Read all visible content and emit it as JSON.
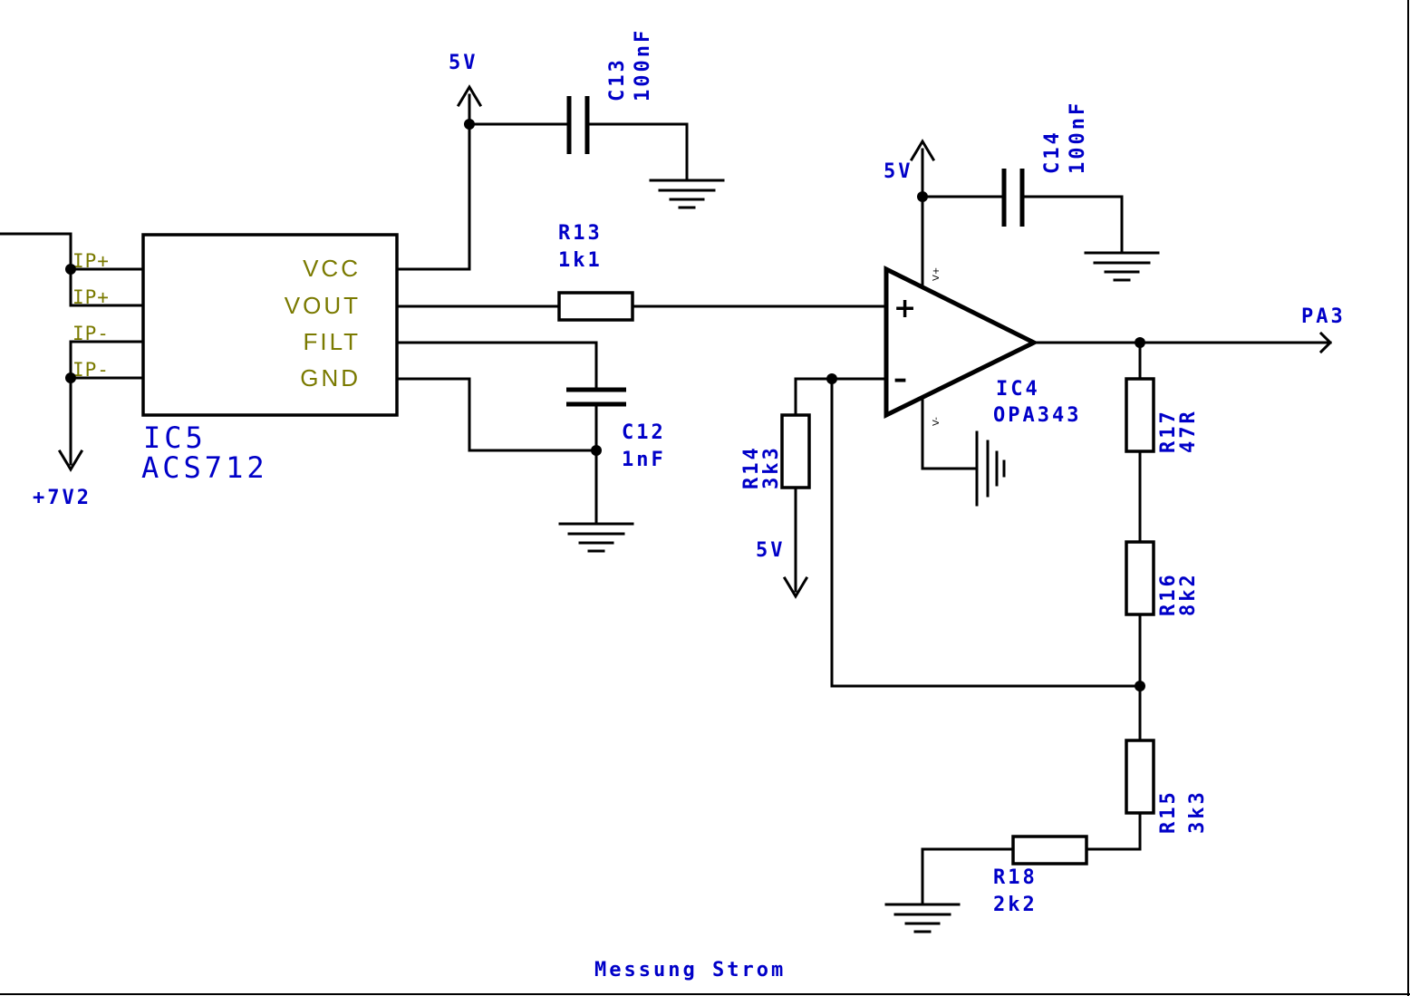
{
  "title": "Messung Strom",
  "ic5": {
    "ref": "IC5",
    "value": "ACS712",
    "pins_right": [
      "VCC",
      "VOUT",
      "FILT",
      "GND"
    ],
    "pins_left": [
      "IP+",
      "IP+",
      "IP-",
      "IP-"
    ]
  },
  "ic4": {
    "ref": "IC4",
    "value": "OPA343",
    "plus": "+",
    "minus": "–",
    "vplus": "V+",
    "vminus": "V-"
  },
  "supply": {
    "s5v_a": "5V",
    "s5v_b": "5V",
    "s5v_c": "5V",
    "s7v2": "+7V2"
  },
  "output": {
    "label": "PA3"
  },
  "components": {
    "c13": {
      "ref": "C13",
      "value": "100nF"
    },
    "c14": {
      "ref": "C14",
      "value": "100nF"
    },
    "c12": {
      "ref": "C12",
      "value": "1nF"
    },
    "r13": {
      "ref": "R13",
      "value": "1k1"
    },
    "r14": {
      "ref": "R14",
      "value": "3k3"
    },
    "r15": {
      "ref": "R15",
      "value": "3k3"
    },
    "r16": {
      "ref": "R16",
      "value": "8k2"
    },
    "r17": {
      "ref": "R17",
      "value": "47R"
    },
    "r18": {
      "ref": "R18",
      "value": "2k2"
    }
  },
  "colors": {
    "wire": "#000000",
    "label": "#0000c8",
    "pin": "#7a7a00",
    "background": "#ffffff"
  }
}
